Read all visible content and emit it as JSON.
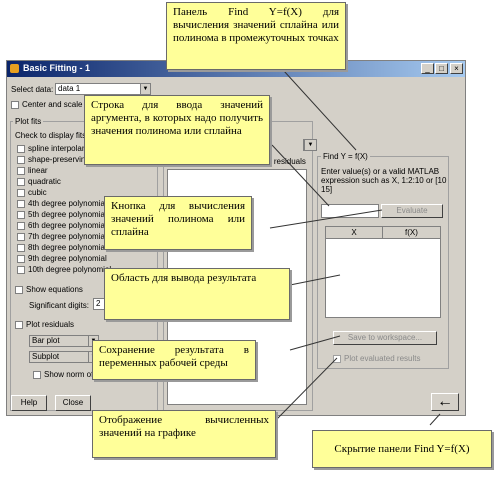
{
  "window": {
    "title": "Basic Fitting - 1",
    "controls": [
      "_",
      "□",
      "×"
    ]
  },
  "select_data": {
    "label": "Select data:",
    "value": "data 1"
  },
  "center_scale": "Center and scale",
  "plot_fits": {
    "title": "Plot fits",
    "check_label": "Check to display fits",
    "methods": [
      "spline interpolant",
      "shape-preserving",
      "linear",
      "quadratic",
      "cubic",
      "4th degree polynomial",
      "5th degree polynomial",
      "6th degree polynomial",
      "7th degree polynomial",
      "8th degree polynomial",
      "9th degree polynomial",
      "10th degree polynomial"
    ],
    "show_equations": "Show equations",
    "sig_digits_label": "Significant digits:",
    "sig_digits_value": "2",
    "plot_residuals": "Plot residuals",
    "plot_type": "Bar plot",
    "plot_location": "Subplot",
    "show_norm": "Show norm of"
  },
  "residuals_label": "r residuals",
  "find_panel": {
    "title": "Find Y = f(X)",
    "instructions": "Enter value(s) or a valid MATLAB expression such as X, 1:2:10 or [10 15]",
    "evaluate": "Evaluate",
    "col_x": "X",
    "col_fx": "f(X)",
    "save": "Save to workspace...",
    "plot_eval": "Plot evaluated results"
  },
  "buttons": {
    "help": "Help",
    "close": "Close",
    "collapse": "←"
  },
  "callouts": {
    "panel_find": "Панель Find Y=f(X) для вычисления значений сплайна или полинома в промежуточных точках",
    "input_row": "Строка для ввода значений аргумента, в которых надо получить значения полинома или сплайна",
    "eval_button": "Кнопка для вычисления значений полинома или сплайна",
    "result_area": "Область для вывода результата",
    "save_workspace": "Сохранение результата в переменных рабочей среды",
    "plot_display": "Отображение вычисленных значений на графике",
    "hide_panel": "Скрытие панели Find Y=f(X)"
  }
}
